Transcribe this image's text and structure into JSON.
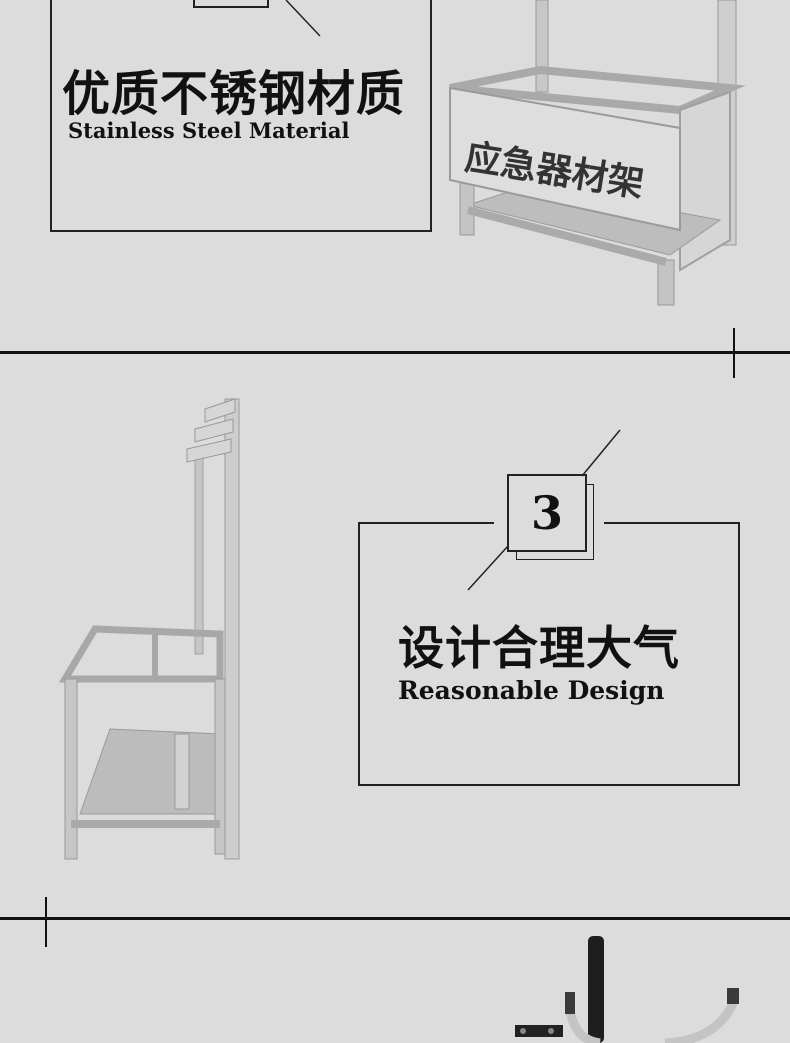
{
  "section1": {
    "title_cn": "优质不锈钢材质",
    "title_en": "Stainless Steel Material",
    "product_sign": "应急器材架"
  },
  "section2": {
    "number": "3",
    "title_cn": "设计合理大气",
    "title_en": "Reasonable Design"
  },
  "colors": {
    "background": "#dcdcdc",
    "text": "#111111",
    "steel": "#c9c9c9"
  }
}
